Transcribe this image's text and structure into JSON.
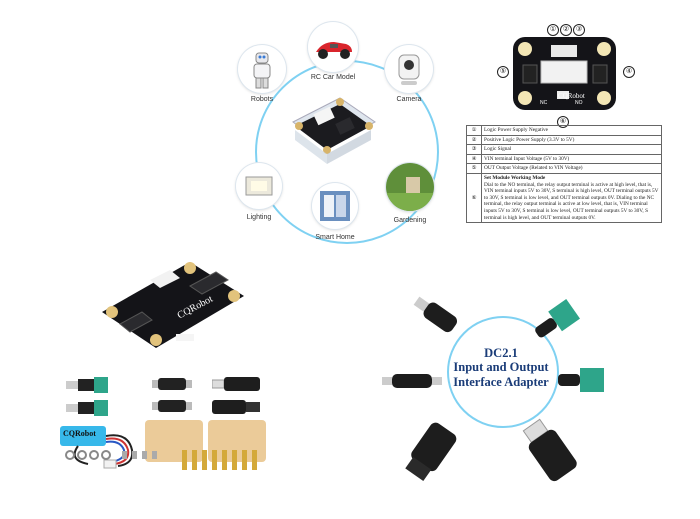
{
  "applications": {
    "robots": "Robots",
    "rc_car": "RC Car Model",
    "camera": "Camera",
    "lighting": "Lighting",
    "smart_home": "Smart Home",
    "gardening": "Gardening"
  },
  "board": {
    "brand": "CQRobot",
    "nc": "NC",
    "no": "NO"
  },
  "pinout": {
    "callouts": [
      "①",
      "②",
      "③",
      "④",
      "⑤",
      "⑥"
    ],
    "rows": [
      {
        "num": "①",
        "text": "Logic Power Supply Negative"
      },
      {
        "num": "②",
        "text": "Positive Logic Power Supply (3.3V to 5V)"
      },
      {
        "num": "③",
        "text": "Logic Signal"
      },
      {
        "num": "④",
        "text": "VIN terminal Input Voltage (5V to 30V)"
      },
      {
        "num": "⑤",
        "text": "OUT Output Voltage (Related to VIN Voltage)"
      }
    ],
    "mode": {
      "num": "⑥",
      "title": "Set Module Working Mode",
      "text": "Dial to the NO terminal, the relay output terminal is active at high level, that is, VIN terminal inputs 5V to 30V, S terminal is high level, OUT terminal outputs 5V to 30V, S terminal is low level, and OUT terminal outputs 0V. Dialing to the NC terminal, the relay output terminal is active at low level, that is, VIN terminal inputs 5V to 30V, S terminal is low level, OUT terminal outputs 5V to 30V, S terminal is high level, and OUT terminal outputs 0V."
    }
  },
  "kit": {
    "cable_brand": "CQRobot"
  },
  "adapter": {
    "title": "DC2.1\nInput and Output\nInterface Adapter"
  },
  "colors": {
    "ring": "#7fd1f2",
    "pcb": "#1b1b1f",
    "terminal": "#2ea58a",
    "acrylic": "#e9c58e",
    "title": "#1a3c78"
  }
}
